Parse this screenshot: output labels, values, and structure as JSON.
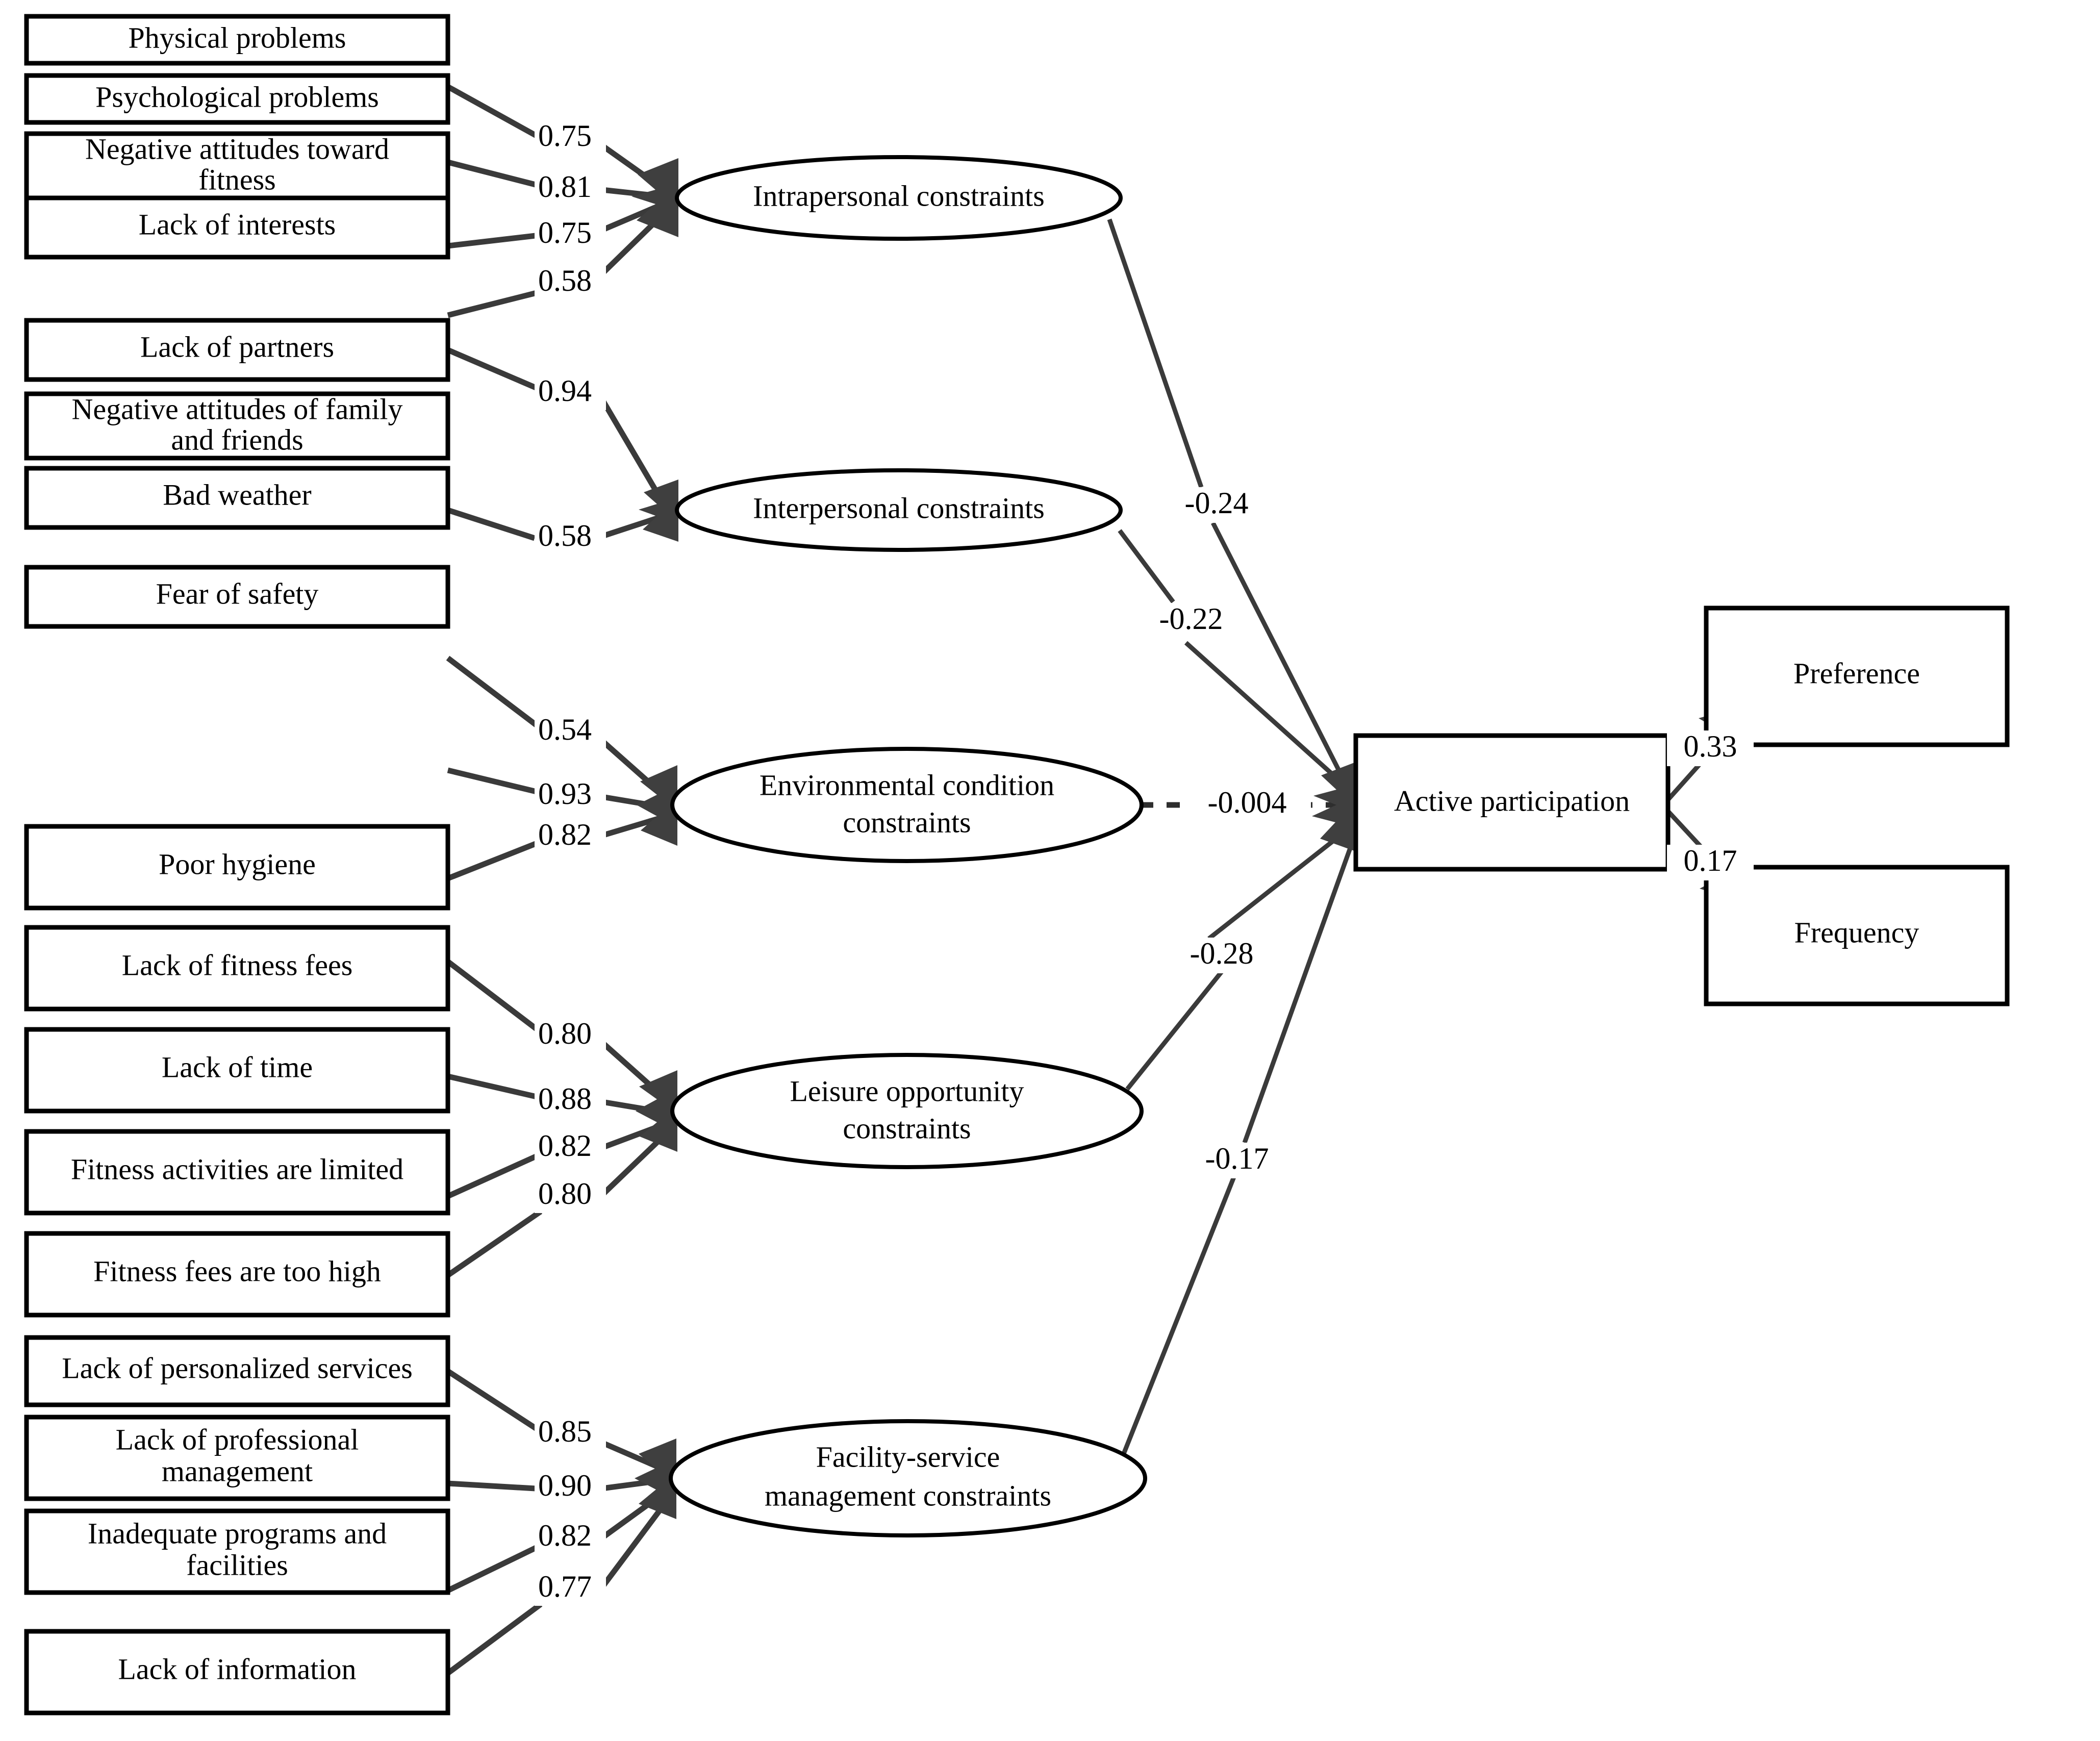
{
  "diagram": {
    "type": "structural-equation-model",
    "description": "Path diagram of leisure constraints on active participation"
  },
  "chart_data": {
    "type": "diagram",
    "title": "",
    "indicators": [
      {
        "label": "Physical problems",
        "loading": "0.75",
        "latent": "Intrapersonal constraints"
      },
      {
        "label": "Psychological problems",
        "loading": "0.81",
        "latent": "Intrapersonal constraints"
      },
      {
        "label": "Negative attitudes toward fitness",
        "loading": "0.75",
        "latent": "Intrapersonal constraints"
      },
      {
        "label": "Lack of interests",
        "loading": "0.58",
        "latent": "Intrapersonal constraints"
      },
      {
        "label": "Lack of partners",
        "loading": "0.94",
        "latent": "Interpersonal constraints"
      },
      {
        "label": "Negative attitudes of family and friends",
        "loading": "0.58",
        "latent": "Interpersonal constraints"
      },
      {
        "label": "Bad weather",
        "loading": "0.54",
        "latent": "Environmental condition constraints"
      },
      {
        "label": "Fear of safety",
        "loading": "0.93",
        "latent": "Environmental condition constraints"
      },
      {
        "label": "Poor hygiene",
        "loading": "0.82",
        "latent": "Environmental condition constraints"
      },
      {
        "label": "Lack of fitness fees",
        "loading": "0.80",
        "latent": "Leisure opportunity constraints"
      },
      {
        "label": "Lack of time",
        "loading": "0.88",
        "latent": "Leisure opportunity constraints"
      },
      {
        "label": "Fitness activities are limited",
        "loading": "0.82",
        "latent": "Leisure opportunity constraints"
      },
      {
        "label": "Fitness fees are too high",
        "loading": "0.80",
        "latent": "Leisure opportunity constraints"
      },
      {
        "label": "Lack of personalized services",
        "loading": "0.85",
        "latent": "Facility-service management constraints"
      },
      {
        "label": "Lack of professional management",
        "loading": "0.90",
        "latent": "Facility-service management constraints"
      },
      {
        "label": "Inadequate programs and facilities",
        "loading": "0.82",
        "latent": "Facility-service management constraints"
      },
      {
        "label": "Lack of information",
        "loading": "0.77",
        "latent": "Facility-service management constraints"
      }
    ],
    "latents": [
      {
        "label": "Intrapersonal constraints",
        "path_coefficient": "-0.24",
        "significant": true
      },
      {
        "label": "Interpersonal constraints",
        "path_coefficient": "-0.22",
        "significant": true
      },
      {
        "label": "Environmental condition constraints",
        "path_coefficient": "-0.004",
        "significant": false
      },
      {
        "label": "Leisure opportunity constraints",
        "path_coefficient": "-0.28",
        "significant": true
      },
      {
        "label": "Facility-service management constraints",
        "path_coefficient": "-0.17",
        "significant": true
      }
    ],
    "endogenous": {
      "label": "Active participation"
    },
    "outcomes": [
      {
        "label": "Preference",
        "coefficient": "0.33"
      },
      {
        "label": "Frequency",
        "coefficient": "0.17"
      }
    ]
  },
  "boxes": {
    "b0": "Physical problems",
    "b1": "Psychological problems",
    "b2_line1": "Negative attitudes toward",
    "b2_line2": "fitness",
    "b3": "Lack of interests",
    "b4": "Lack of partners",
    "b5_line1": "Negative attitudes of family",
    "b5_line2": "and friends",
    "b6": "Bad weather",
    "b7": "Fear of safety",
    "b8": "Poor hygiene",
    "b9": "Lack of fitness fees",
    "b10": "Lack of time",
    "b11": "Fitness activities are limited",
    "b12": "Fitness fees are too high",
    "b13": "Lack of personalized services",
    "b14_line1": "Lack of professional",
    "b14_line2": "management",
    "b15_line1": "Inadequate programs and",
    "b15_line2": "facilities",
    "b16": "Lack of information"
  },
  "latent_labels": {
    "l0": "Intrapersonal constraints",
    "l1": "Interpersonal constraints",
    "l2_line1": "Environmental condition",
    "l2_line2": "constraints",
    "l3_line1": "Leisure opportunity",
    "l3_line2": "constraints",
    "l4_line1": "Facility-service",
    "l4_line2": "management constraints"
  },
  "center": {
    "active_participation": "Active participation"
  },
  "outcome_labels": {
    "preference": "Preference",
    "frequency": "Frequency"
  },
  "loadings": {
    "v0": "0.75",
    "v1": "0.81",
    "v2": "0.75",
    "v3": "0.58",
    "v4": "0.94",
    "v5": "0.58",
    "v6": "0.54",
    "v7": "0.93",
    "v8": "0.82",
    "v9": "0.80",
    "v10": "0.88",
    "v11": "0.82",
    "v12": "0.80",
    "v13": "0.85",
    "v14": "0.90",
    "v15": "0.82",
    "v16": "0.77"
  },
  "paths": {
    "p0": "-0.24",
    "p1": "-0.22",
    "p2": "-0.004",
    "p3": "-0.28",
    "p4": "-0.17",
    "o0": "0.33",
    "o1": "0.17"
  },
  "colors": {
    "stroke": "#000000",
    "edge": "#3a3a3a",
    "background": "#ffffff"
  }
}
